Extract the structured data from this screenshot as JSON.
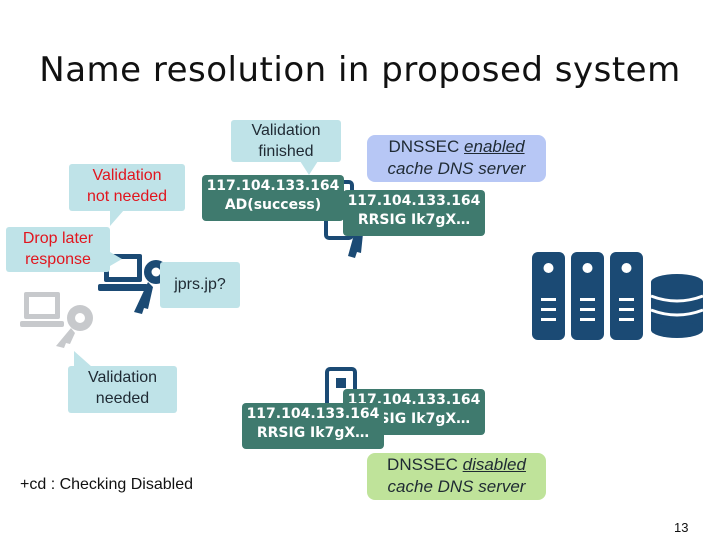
{
  "title": "Name resolution in proposed system",
  "bubbles": {
    "validation_finished": [
      "Validation",
      "finished"
    ],
    "validation_not_needed": [
      "Validation",
      "not needed"
    ],
    "drop_later": [
      "Drop later",
      "response"
    ],
    "query": "jprs.jp?",
    "validation_needed": [
      "Validation",
      "needed"
    ]
  },
  "records": {
    "ad_success": [
      "117.104.133.164",
      "AD(success)"
    ],
    "rrsig_top": [
      "117.104.133.164",
      "RRSIG Ik7gX…"
    ],
    "rrsig_bottom_back": [
      "117.104.133.164",
      "RRSIG Ik7gX…"
    ],
    "rrsig_bottom_front": [
      "117.104.133.164",
      "RRSIG Ik7gX…"
    ]
  },
  "servers": {
    "enabled": {
      "prefix": "DNSSEC ",
      "mode": "enabled",
      "line2": "cache DNS server",
      "color": "#b7c7f5"
    },
    "disabled": {
      "prefix": "DNSSEC ",
      "mode": "disabled",
      "line2": "cache DNS server",
      "color": "#bfe39a"
    }
  },
  "note": "+cd : Checking Disabled",
  "page_number": "13",
  "colors": {
    "navy": "#1b4a74",
    "gray": "#c7c9cc",
    "record": "#3f7a6e",
    "bubble": "#bfe3e8"
  }
}
